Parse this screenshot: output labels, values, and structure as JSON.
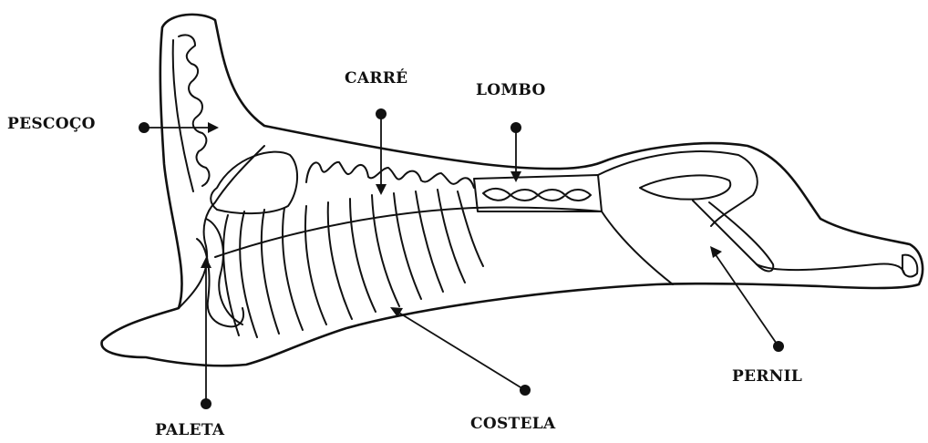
{
  "diagram": {
    "labels": {
      "pescoco": "PESCOÇO",
      "carre": "CARRÉ",
      "lombo": "LOMBO",
      "pernil": "PERNIL",
      "costela": "COSTELA",
      "paleta": "PALETA"
    }
  }
}
